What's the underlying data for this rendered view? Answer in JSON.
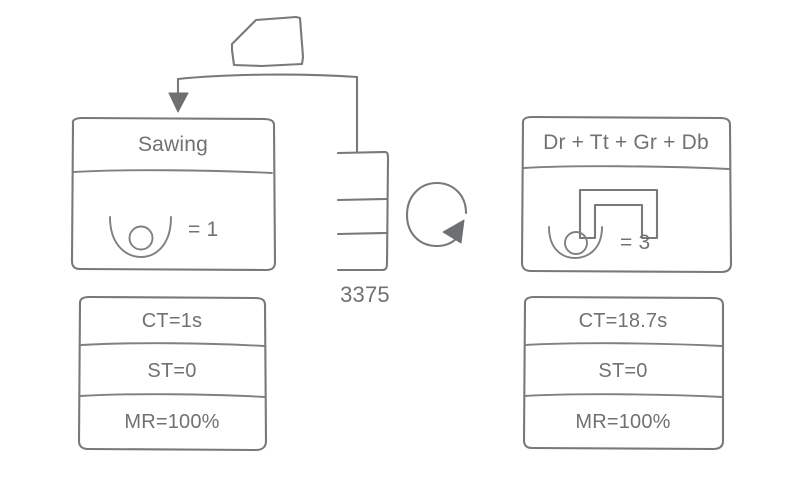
{
  "diagram": {
    "type": "value-stream-map",
    "title_text": "",
    "supplier_box": {
      "label": ""
    },
    "processes": [
      {
        "id": "sawing",
        "name": "Sawing",
        "operator_symbol": "operator-icon",
        "operator_equals": "= 1",
        "operator_count": 1,
        "data": {
          "cycle_time": "CT=1s",
          "setup_time": "ST=0",
          "machine_rate": "MR=100%"
        }
      },
      {
        "id": "drilling-tapping-grinding-deburring",
        "name": "Dr + Tt + Gr + Db",
        "operator_symbol": "operator-icon",
        "operator_equals": "= 3",
        "operator_count": 3,
        "machine_symbol": "bracket-machine-icon",
        "data": {
          "cycle_time": "CT=18.7s",
          "setup_time": "ST=0",
          "machine_rate": "MR=100%"
        }
      }
    ],
    "inventory": {
      "symbol": "inventory-triangle-icon",
      "quantity": "3375"
    },
    "rework_loop": {
      "symbol": "circular-arrow-icon"
    },
    "colors": {
      "stroke": "#77797b",
      "text": "#6e7275",
      "arrow_fill": "#6d6f71",
      "background": "#ffffff"
    }
  }
}
